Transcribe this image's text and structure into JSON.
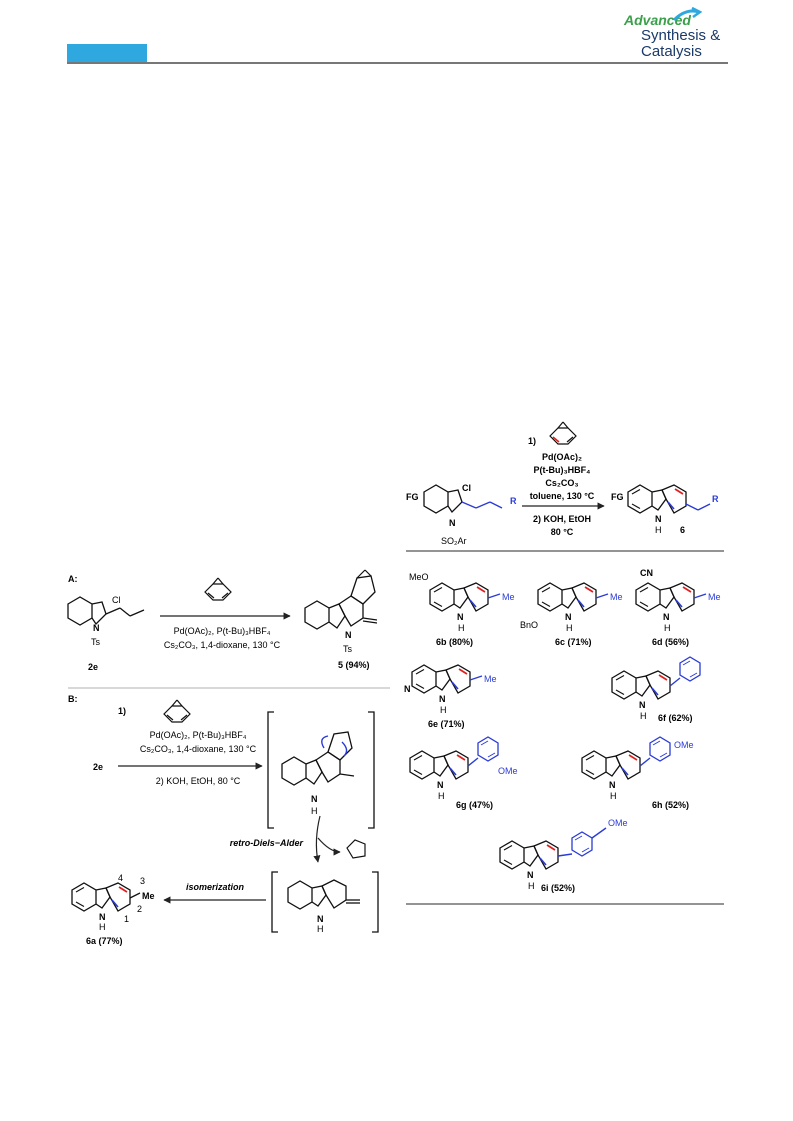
{
  "header": {
    "logo_line0": "Advanced",
    "logo_line1": "Synthesis &",
    "logo_line2": "Catalysis"
  },
  "schemeA": {
    "label": "A:",
    "sub_cl": "Cl",
    "sub_n": "N",
    "sub_ts": "Ts",
    "cond1": "Pd(OAc)₂, P(t-Bu)₃HBF₄",
    "cond2": "Cs₂CO₃, 1,4-dioxane, 130 °C",
    "start_id": "2e",
    "prod_n": "N",
    "prod_ts": "Ts",
    "prod_id": "5 (94%)"
  },
  "schemeB": {
    "label": "B:",
    "step1": "1)",
    "cond1": "Pd(OAc)₂, P(t-Bu)₃HBF₄",
    "cond2": "Cs₂CO₃, 1,4-dioxane, 130 °C",
    "cond3": "2) KOH, EtOH, 80 °C",
    "start_id": "2e",
    "retro": "retro-Diels−Alder",
    "isomer": "isomerization",
    "nh_n": "N",
    "nh_h": "H",
    "num4": "4",
    "num3": "3",
    "num2": "2",
    "num1": "1",
    "me": "Me",
    "final_id": "6a (77%)"
  },
  "general": {
    "step1": "1)",
    "c1": "Pd(OAc)₂",
    "c2": "P(t-Bu)₃HBF₄",
    "c3": "Cs₂CO₃",
    "c4": "toluene, 130 °C",
    "c5": "2) KOH, EtOH",
    "c6": "80 °C",
    "fg": "FG",
    "cl": "Cl",
    "n": "N",
    "so2ar": "SO₂Ar",
    "r": "R",
    "prod_fg": "FG",
    "prod_n": "N",
    "prod_h": "H",
    "prod_r": "R",
    "prod_id": "6"
  },
  "products": [
    {
      "id": "6b (80%)",
      "sub": "MeO",
      "r": "Me"
    },
    {
      "id": "6c (71%)",
      "sub": "BnO",
      "r": "Me"
    },
    {
      "id": "6d (56%)",
      "sub": "CN",
      "r": "Me"
    },
    {
      "id": "6e (71%)",
      "sub": "",
      "r": "Me"
    },
    {
      "id": "6f (62%)",
      "sub": "",
      "r": ""
    },
    {
      "id": "6g (47%)",
      "sub": "",
      "r": "OMe"
    },
    {
      "id": "6h (52%)",
      "sub": "",
      "r": "OMe"
    },
    {
      "id": "6i (52%)",
      "sub": "",
      "r": "OMe"
    }
  ],
  "colors": {
    "accent_blue": "#2a3bd6",
    "accent_red": "#e02020",
    "bar_blue": "#2ea8df",
    "logo_green": "#3aa04a",
    "logo_navy": "#1a3a6a"
  }
}
